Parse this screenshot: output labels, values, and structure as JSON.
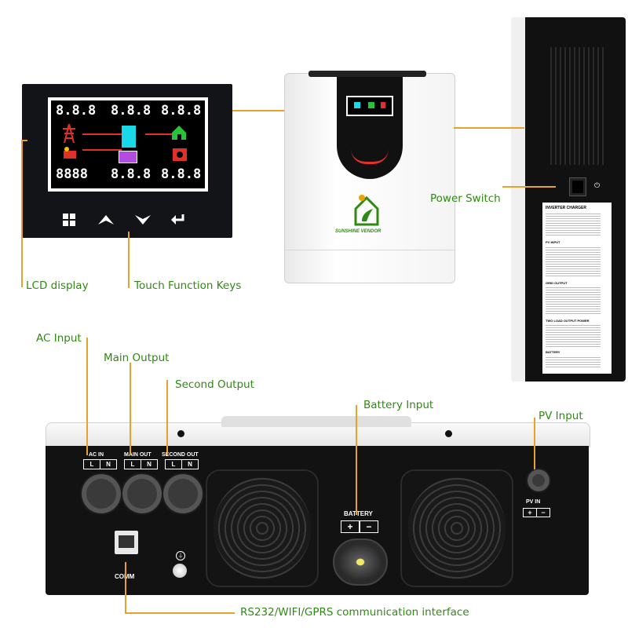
{
  "callouts": {
    "lcd_display": "LCD display",
    "touch_keys": "Touch Function Keys",
    "power_switch": "Power Switch",
    "ac_input": "AC Input",
    "main_output": "Main Output",
    "second_output": "Second Output",
    "battery_input": "Battery Input",
    "pv_input": "PV Input",
    "comm_interface": "RS232/WIFI/GPRS communication interface"
  },
  "lcd": {
    "digits": "8.8.8",
    "digits_long": "8888"
  },
  "front_unit": {
    "brand": "SUNSHINE VENDOR"
  },
  "rear_panel": {
    "ac_in": "AC IN",
    "main_out": "MAIN OUT",
    "second_out": "SECOND OUT",
    "l": "L",
    "n": "N",
    "battery": "BATTERY",
    "plus": "+",
    "minus": "−",
    "pv_in": "PV IN",
    "comm": "COMM"
  },
  "side_label": {
    "heading": "INVERTER CHARGER",
    "pv_input": "PV INPUT",
    "grid_output": "GRID OUTPUT",
    "two_load": "TWO LOAD OUTPUT POWER",
    "battery": "BATTERY"
  },
  "colors": {
    "callout_text": "#2f8a12",
    "leader_line": "#e8a12a",
    "lcd_frame": "#ffffff",
    "lcd_red": "#e0302a",
    "lcd_cyan": "#19d9e8",
    "lcd_green": "#27c43a"
  }
}
